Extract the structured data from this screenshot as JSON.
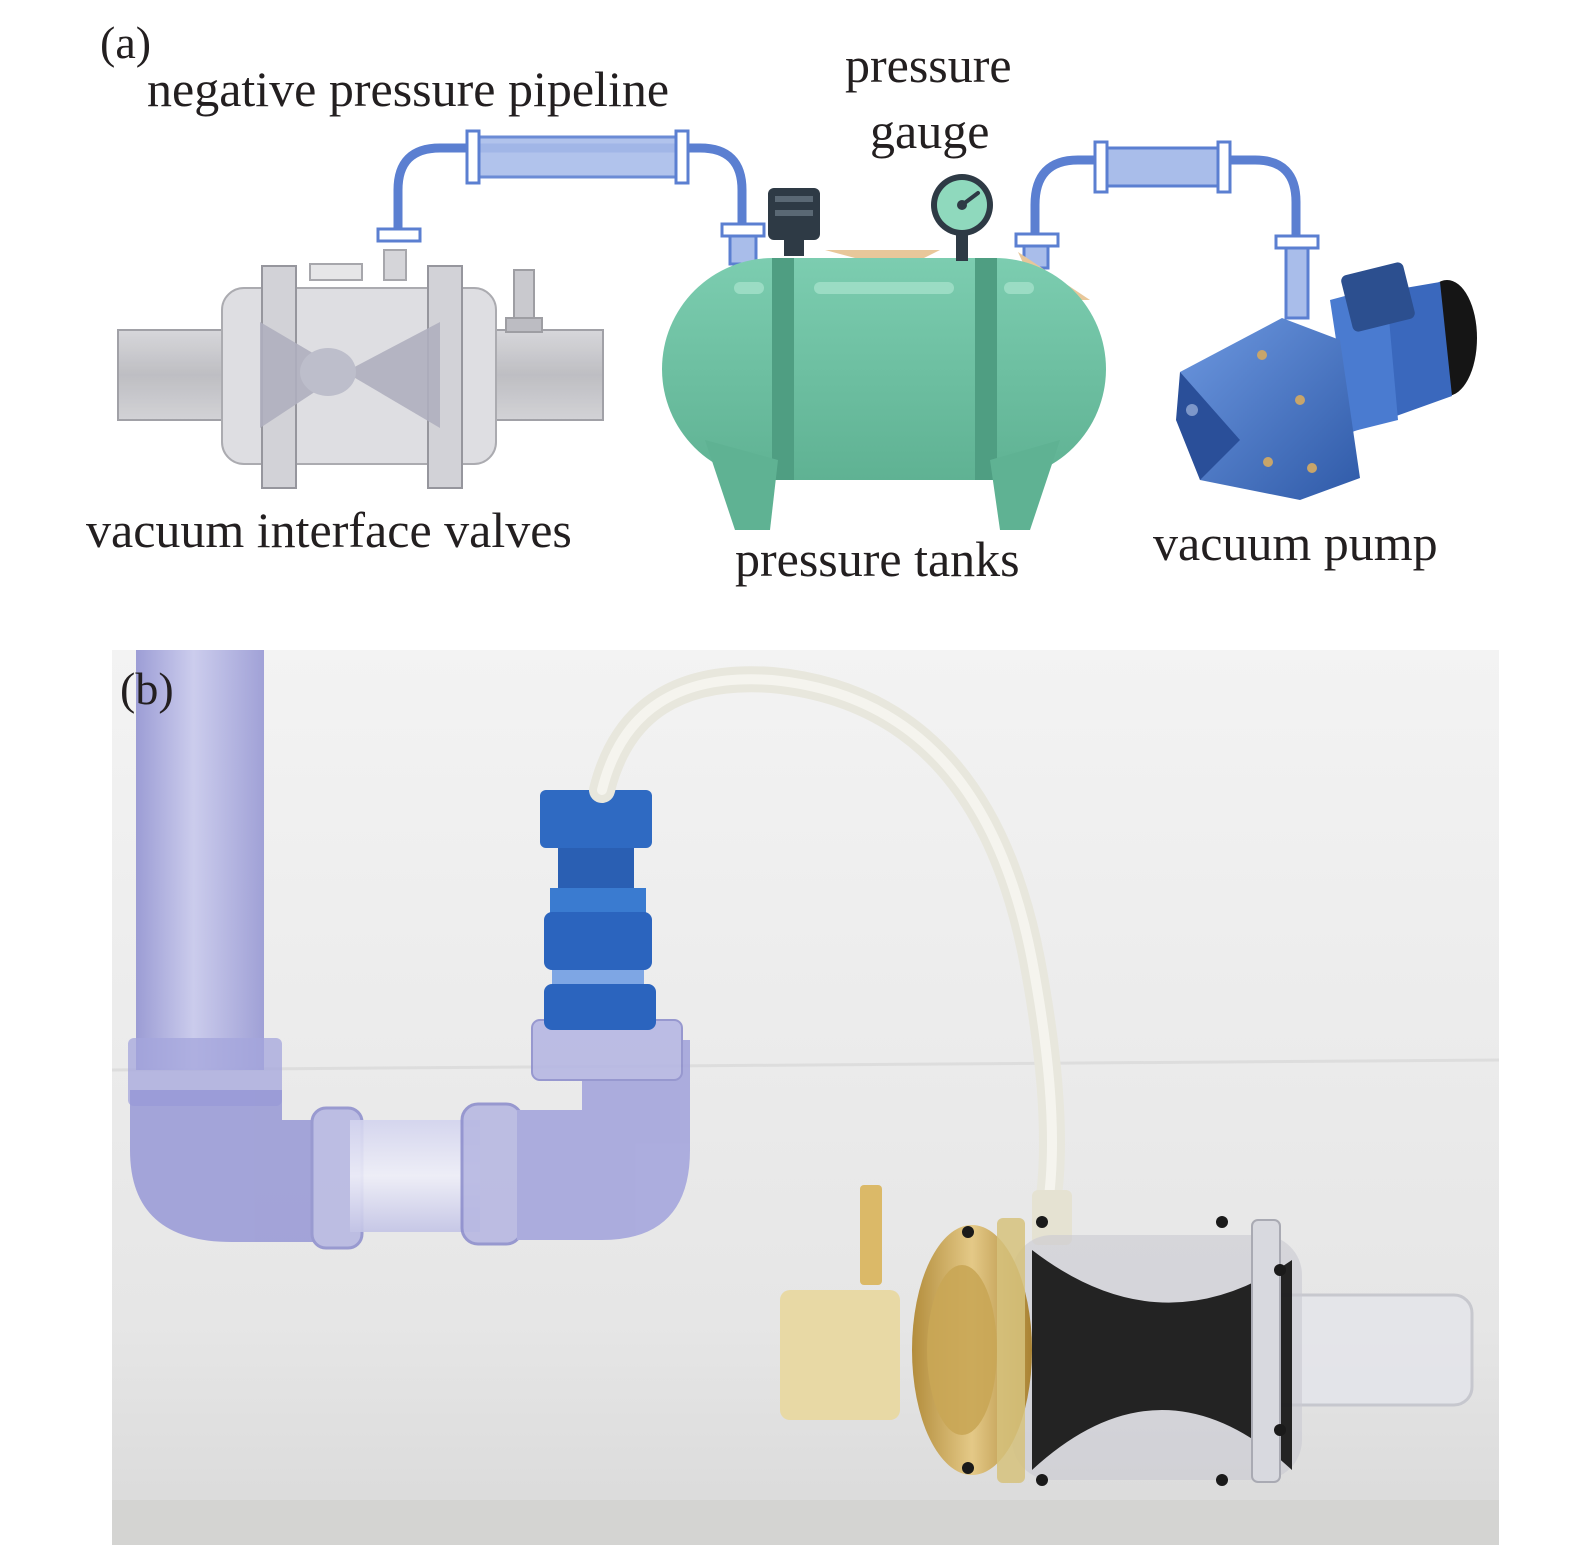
{
  "panel_a": {
    "tag": "(a)",
    "labels": {
      "pipeline": "negative pressure pipeline",
      "gauge_line1": "pressure",
      "gauge_line2": "gauge",
      "valve": "vacuum interface valves",
      "tanks": "pressure tanks",
      "pump": "vacuum pump"
    }
  },
  "panel_b": {
    "tag": "(b)"
  },
  "colors": {
    "pipe_blue": "#5b7fd1",
    "pipe_fill": "#9fb4e6",
    "tank_green": "#6cc0a2",
    "tank_dark": "#4f9e82",
    "tank_top": "#e8c79a",
    "pump_blue": "#3d6fc4",
    "valve_gray": "#c9c9cd",
    "wall": "#ebebeb"
  }
}
